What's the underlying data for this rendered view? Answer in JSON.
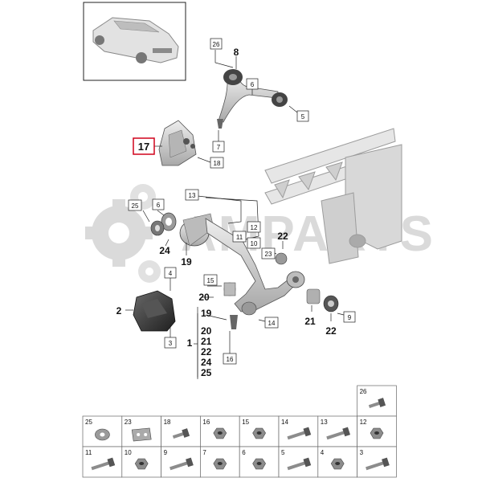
{
  "watermark": "AMPARTS",
  "main_labels": {
    "l8": "8",
    "l17": "17",
    "l19": "19",
    "l24": "24",
    "l22a": "22",
    "l2": "2",
    "l20": "20",
    "l21": "21",
    "l22b": "22",
    "l1": "1"
  },
  "group_list": [
    "19",
    "20",
    "21",
    "22",
    "24",
    "25"
  ],
  "callouts": {
    "c26": "26",
    "c6a": "6",
    "c5": "5",
    "c7": "7",
    "c18": "18",
    "c13": "13",
    "c6b": "6",
    "c25": "25",
    "c12": "12",
    "c11": "11",
    "c10": "10",
    "c23": "23",
    "c4": "4",
    "c15": "15",
    "c3": "3",
    "c14": "14",
    "c16": "16",
    "c9": "9"
  },
  "parts_grid": {
    "top": "26",
    "row1": [
      "25",
      "23",
      "18",
      "16",
      "15",
      "14",
      "13",
      "12"
    ],
    "row2": [
      "11",
      "10",
      "9",
      "7",
      "6",
      "5",
      "4",
      "3"
    ]
  },
  "colors": {
    "line": "#222222",
    "part": "#c8c8c8",
    "part_dark": "#8a8a8a",
    "highlight": "#d0021b",
    "watermark": "#bdbdbd"
  }
}
